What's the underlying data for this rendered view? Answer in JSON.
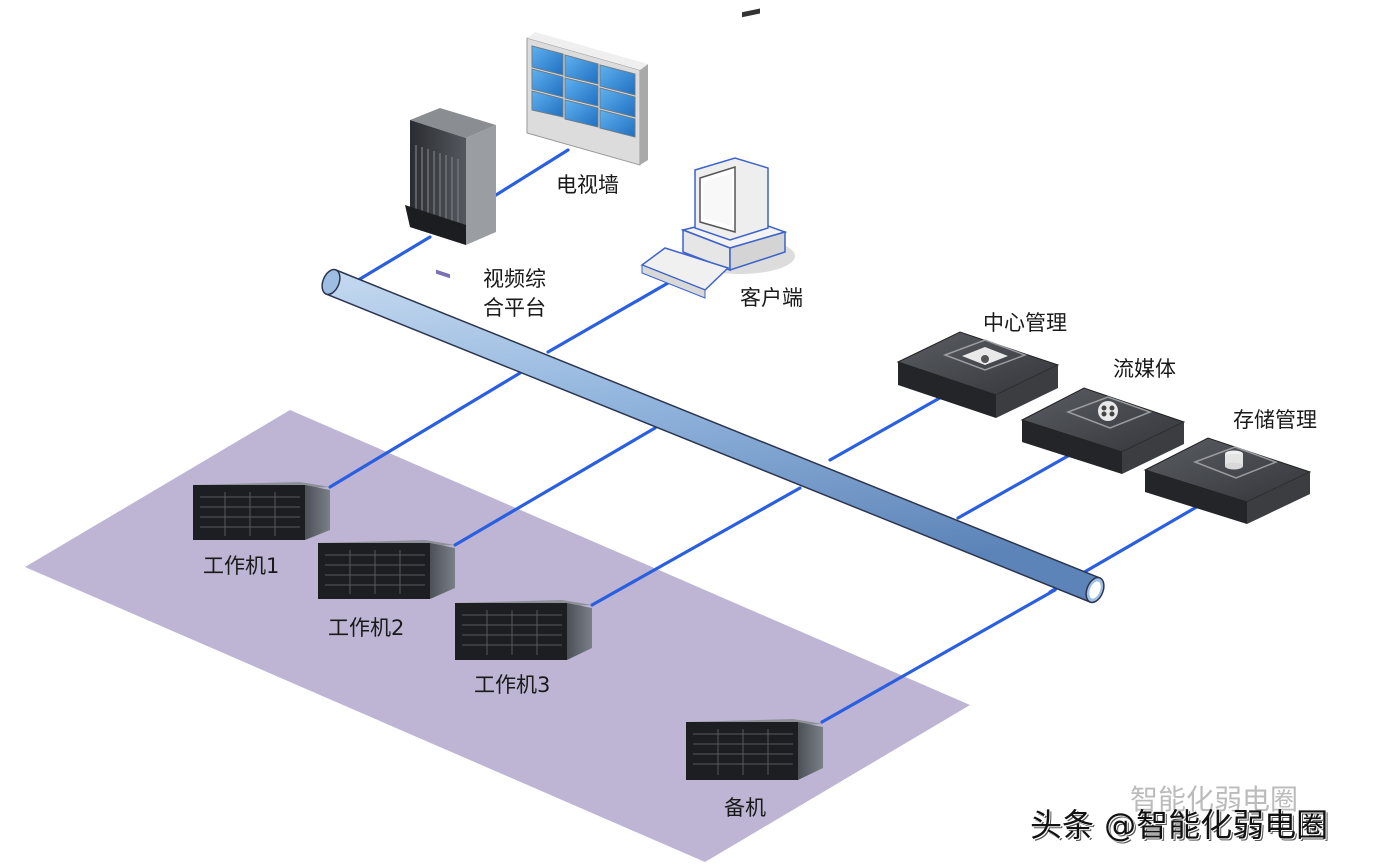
{
  "diagram": {
    "type": "network-topology",
    "colors": {
      "link": "#2a5fe0",
      "backbone_pipe": "#8fb3dd",
      "backbone_pipe_edge": "#2c3550",
      "cluster_area": "#bcb4d2",
      "server_body": "#2d2f33",
      "monitor_wall_screen": "#3a8fd8"
    },
    "backbone": {
      "name": "network-backbone-pipe"
    },
    "nodes": [
      {
        "id": "video-platform",
        "label": "视频综\n合平台",
        "icon": "chassis-switch-icon"
      },
      {
        "id": "tv-wall",
        "label": "电视墙",
        "icon": "video-wall-icon"
      },
      {
        "id": "client",
        "label": "客户端",
        "icon": "desktop-computer-icon"
      },
      {
        "id": "center-mgmt",
        "label": "中心管理",
        "icon": "rack-server-settings-icon"
      },
      {
        "id": "streaming",
        "label": "流媒体",
        "icon": "rack-server-film-reel-icon"
      },
      {
        "id": "storage-mgmt",
        "label": "存储管理",
        "icon": "rack-server-database-icon"
      },
      {
        "id": "workstation-1",
        "label": "工作机1",
        "icon": "tower-server-icon"
      },
      {
        "id": "workstation-2",
        "label": "工作机2",
        "icon": "tower-server-icon"
      },
      {
        "id": "workstation-3",
        "label": "工作机3",
        "icon": "tower-server-icon"
      },
      {
        "id": "standby",
        "label": "备机",
        "icon": "tower-server-icon"
      }
    ],
    "links": [
      {
        "from": "video-platform",
        "to": "tv-wall"
      },
      {
        "from": "video-platform",
        "to": "backbone"
      },
      {
        "from": "client",
        "to": "backbone"
      },
      {
        "from": "center-mgmt",
        "to": "backbone"
      },
      {
        "from": "streaming",
        "to": "backbone"
      },
      {
        "from": "storage-mgmt",
        "to": "backbone"
      },
      {
        "from": "workstation-1",
        "to": "backbone"
      },
      {
        "from": "workstation-2",
        "to": "backbone"
      },
      {
        "from": "workstation-3",
        "to": "backbone"
      },
      {
        "from": "standby",
        "to": "backbone"
      }
    ],
    "cluster": {
      "name": "server-cluster",
      "members": [
        "workstation-1",
        "workstation-2",
        "workstation-3",
        "standby"
      ]
    }
  },
  "labels": {
    "video_platform": "视频综\n合平台",
    "tv_wall": "电视墙",
    "client": "客户端",
    "center_mgmt": "中心管理",
    "streaming": "流媒体",
    "storage_mgmt": "存储管理",
    "workstation_1": "工作机1",
    "workstation_2": "工作机2",
    "workstation_3": "工作机3",
    "standby": "备机"
  },
  "watermark": {
    "text": "头条 @智能化弱电圈",
    "ghost_text": "智能化弱电圈"
  }
}
